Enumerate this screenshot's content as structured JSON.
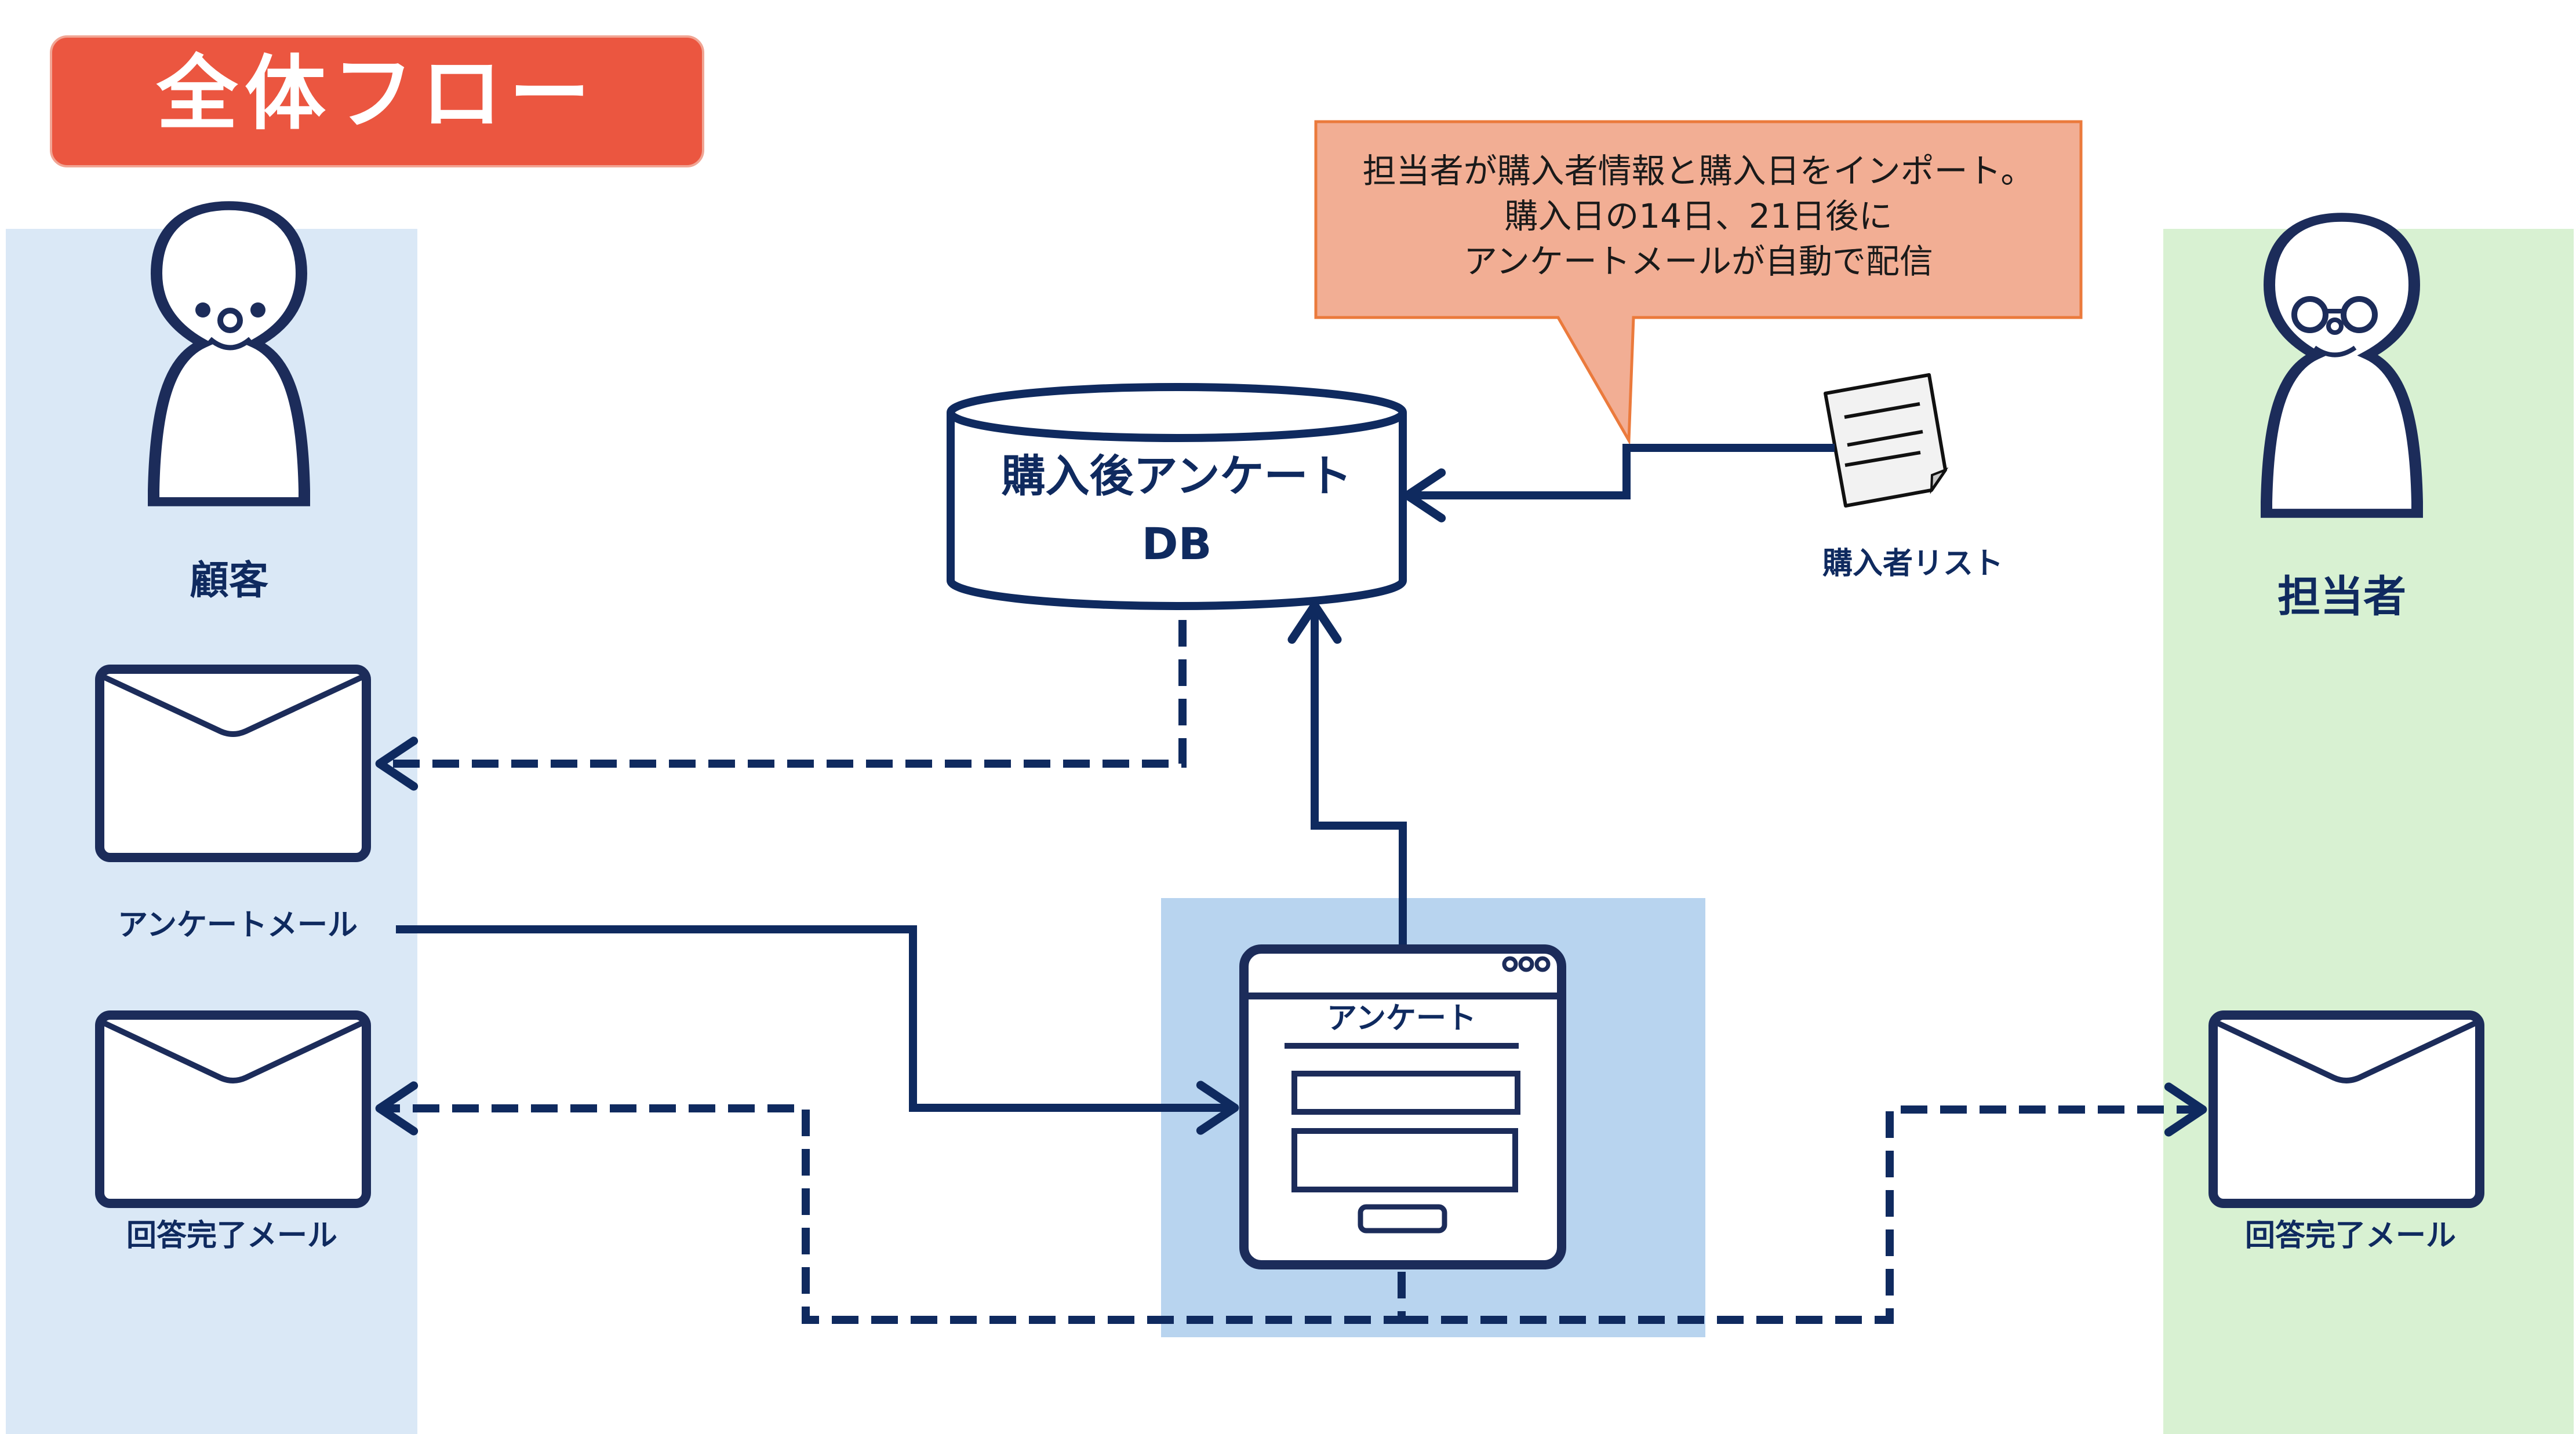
{
  "title": {
    "text": "全体フロー",
    "color": "#EB5640",
    "text_color": "#FFFFFF"
  },
  "lanes": {
    "customer": {
      "label": "顧客",
      "color": "#DAE8F6",
      "figure": "person-smiling-icon"
    },
    "staff": {
      "label": "担当者",
      "color": "#D8F1D2",
      "figure": "person-with-glasses-icon"
    },
    "survey_area": {
      "color": "#B8D4EF"
    }
  },
  "callout": {
    "lines": [
      "担当者が購入者情報と購入日をインポート。",
      "購入日の14日、21日後に",
      "アンケートメールが自動で配信"
    ],
    "fill": "#F2A98E",
    "border": "#EB7A3C"
  },
  "database": {
    "line1": "購入後アンケート",
    "line2": "DB"
  },
  "purchaser_list": {
    "label": "購入者リスト",
    "icon": "document-icon"
  },
  "emails": {
    "survey_mail": {
      "label": "アンケートメール",
      "icon": "envelope-icon"
    },
    "completion_mail_customer": {
      "label": "回答完了メール",
      "icon": "envelope-icon"
    },
    "completion_mail_staff": {
      "label": "回答完了メール",
      "icon": "envelope-icon"
    }
  },
  "survey_form": {
    "title": "アンケート",
    "icon": "browser-window-icon"
  },
  "colors": {
    "navy": "#0F2A5F",
    "outline": "#1C2C5A"
  }
}
